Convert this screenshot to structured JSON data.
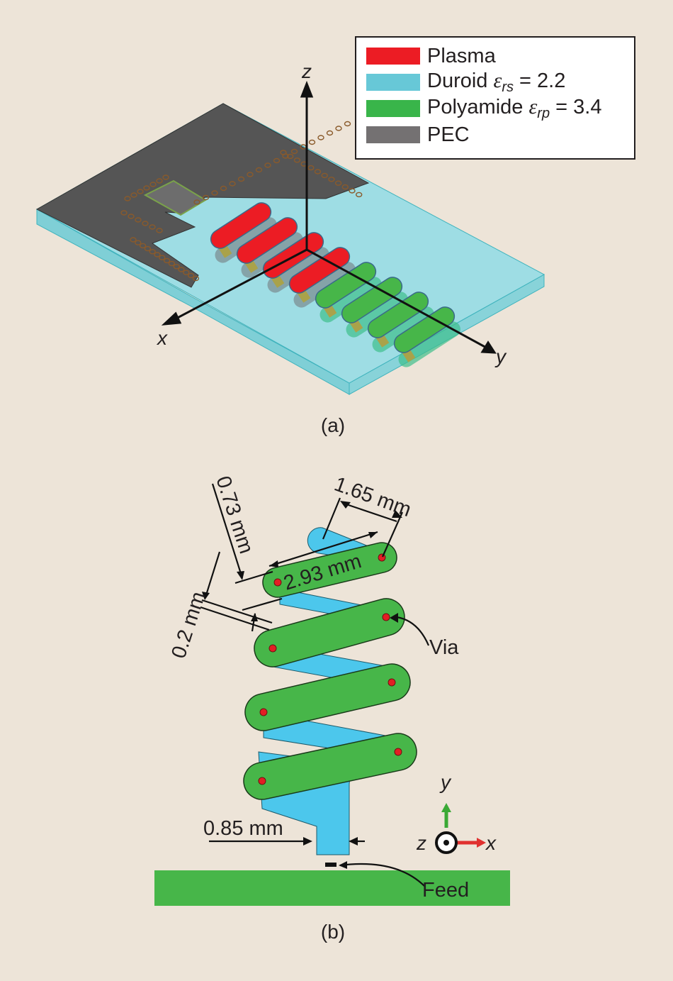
{
  "figure": {
    "panel_a": {
      "caption": "(a)",
      "legend": [
        {
          "label": "Plasma",
          "symbol": "",
          "subscript": "",
          "value": "",
          "color": "#ec1c24"
        },
        {
          "label": "Duroid",
          "symbol": "ε",
          "subscript": "rs",
          "value": " = 2.2",
          "color": "#67c8d7"
        },
        {
          "label": "Polyamide",
          "symbol": "ε",
          "subscript": "rp",
          "value": " = 3.4",
          "color": "#39b54a"
        },
        {
          "label": "PEC",
          "symbol": "",
          "subscript": "",
          "value": "",
          "color": "#747172"
        }
      ],
      "axes": {
        "x": "x",
        "y": "y",
        "z": "z"
      },
      "plasma_elements": 4,
      "polyamide_elements": 4
    },
    "panel_b": {
      "caption": "(b)",
      "dimensions": {
        "d1": "1.65 mm",
        "d2": "0.73 mm",
        "d3": "2.93 mm",
        "d4": "0.2 mm",
        "d5": "0.85 mm"
      },
      "labels": {
        "via": "Via",
        "feed": "Feed"
      },
      "axes": {
        "x": "x",
        "y": "y",
        "z": "z"
      }
    },
    "colors": {
      "background": "#ede4d8",
      "plasma": "#ec1c24",
      "duroid": "#9edde4",
      "polyamide": "#47b649",
      "pec": "#555555",
      "trace_blue": "#4cc7ec",
      "via": "#e31e24",
      "axis_y_green": "#3aa935",
      "axis_x_red": "#e0302f"
    }
  }
}
